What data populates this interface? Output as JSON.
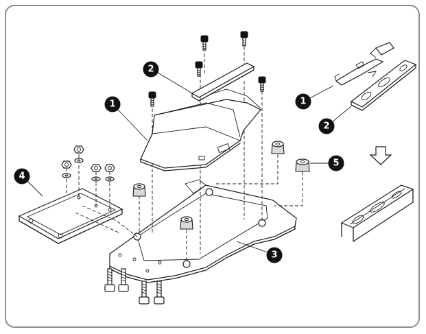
{
  "callouts": [
    {
      "id": "c1-main",
      "number": "1"
    },
    {
      "id": "c2-main",
      "number": "2"
    },
    {
      "id": "c3-main",
      "number": "3"
    },
    {
      "id": "c4-main",
      "number": "4"
    },
    {
      "id": "c5-main",
      "number": "5"
    },
    {
      "id": "c1-inset",
      "number": "1"
    },
    {
      "id": "c2-inset",
      "number": "2"
    }
  ],
  "icons": {
    "arrow": "down-arrow-icon"
  }
}
